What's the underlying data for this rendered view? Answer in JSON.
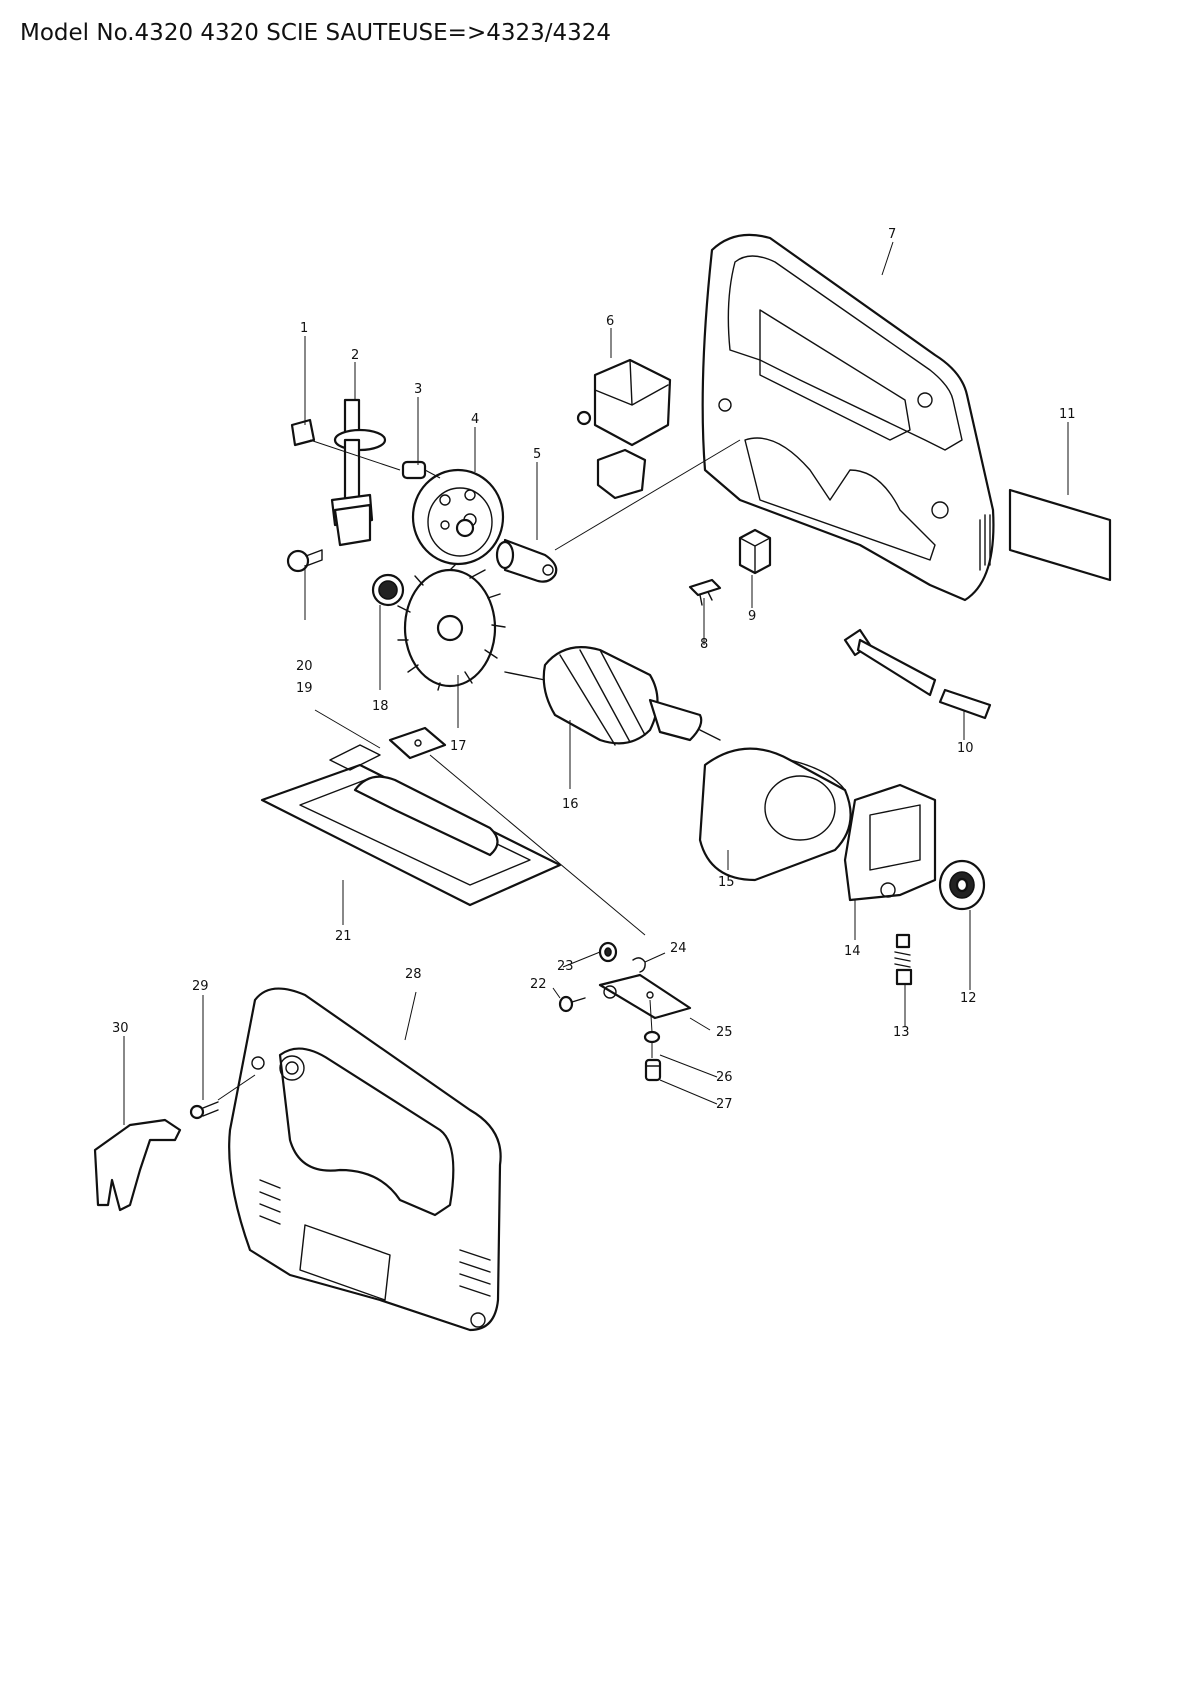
{
  "title": "Model No.4320 4320 SCIE SAUTEUSE=>4323/4324",
  "callouts": [
    "1",
    "2",
    "3",
    "4",
    "5",
    "6",
    "7",
    "8",
    "9",
    "10",
    "11",
    "12",
    "13",
    "14",
    "15",
    "16",
    "17",
    "18",
    "19",
    "20",
    "21",
    "22",
    "23",
    "24",
    "25",
    "26",
    "27",
    "28",
    "29",
    "30"
  ]
}
